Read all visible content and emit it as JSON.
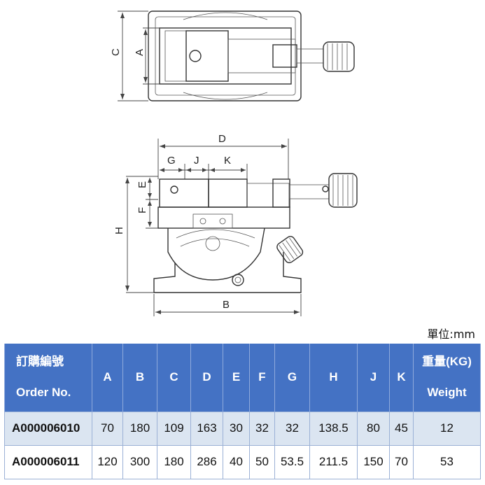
{
  "dimension_labels": {
    "top": {
      "C": "C",
      "A": "A"
    },
    "front": {
      "D": "D",
      "G": "G",
      "J": "J",
      "K": "K",
      "E": "E",
      "F": "F",
      "H": "H",
      "B": "B"
    }
  },
  "unit_label": "單位:mm",
  "table": {
    "order_header_zh": "訂購編號",
    "order_header_en": "Order No.",
    "columns": [
      "A",
      "B",
      "C",
      "D",
      "E",
      "F",
      "G",
      "H",
      "J",
      "K"
    ],
    "weight_header_zh": "重量(KG)",
    "weight_header_en": "Weight",
    "rows": [
      {
        "order_no": "A000006010",
        "values": [
          "70",
          "180",
          "109",
          "163",
          "30",
          "32",
          "32",
          "138.5",
          "80",
          "45"
        ],
        "weight": "12"
      },
      {
        "order_no": "A000006011",
        "values": [
          "120",
          "300",
          "180",
          "286",
          "40",
          "50",
          "53.5",
          "211.5",
          "150",
          "70"
        ],
        "weight": "53"
      }
    ]
  }
}
